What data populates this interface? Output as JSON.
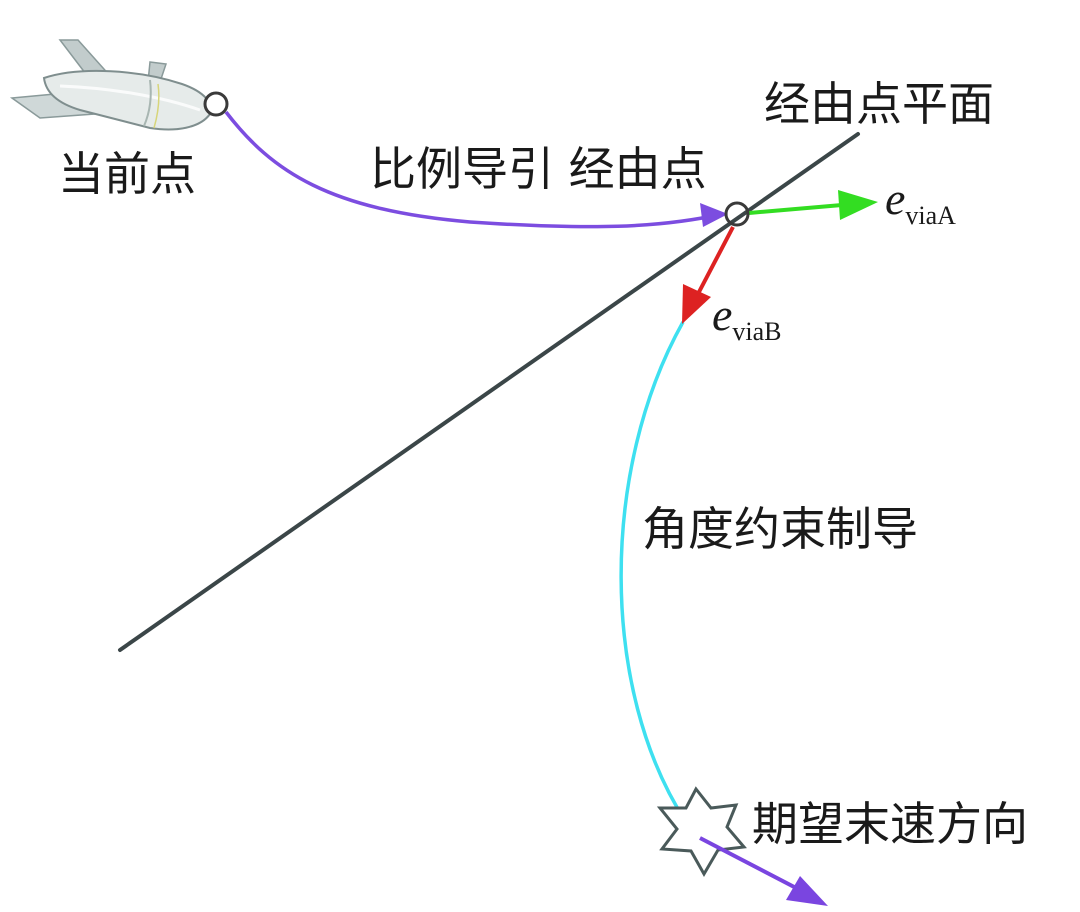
{
  "labels": {
    "current_point": "当前点",
    "waypoint_plane": "经由点平面",
    "proportional_guidance_waypoint": "比例导引 经由点",
    "angle_constrained_guidance": "角度约束制导",
    "desired_terminal_velocity_direction": "期望末速方向",
    "vector_a": {
      "symbol": "e",
      "subscript": "viaA"
    },
    "vector_b": {
      "symbol": "e",
      "subscript": "viaB"
    }
  },
  "colors": {
    "plane_line": "#3b4648",
    "proportional_path": "#7c4de0",
    "angle_path": "#3ee0f0",
    "vector_a": "#33dd22",
    "vector_b": "#dd2222",
    "terminal_arrow": "#7a45e0",
    "target_star": "#4a5a5a"
  },
  "icons": [
    "missile-icon",
    "target-star-icon"
  ]
}
